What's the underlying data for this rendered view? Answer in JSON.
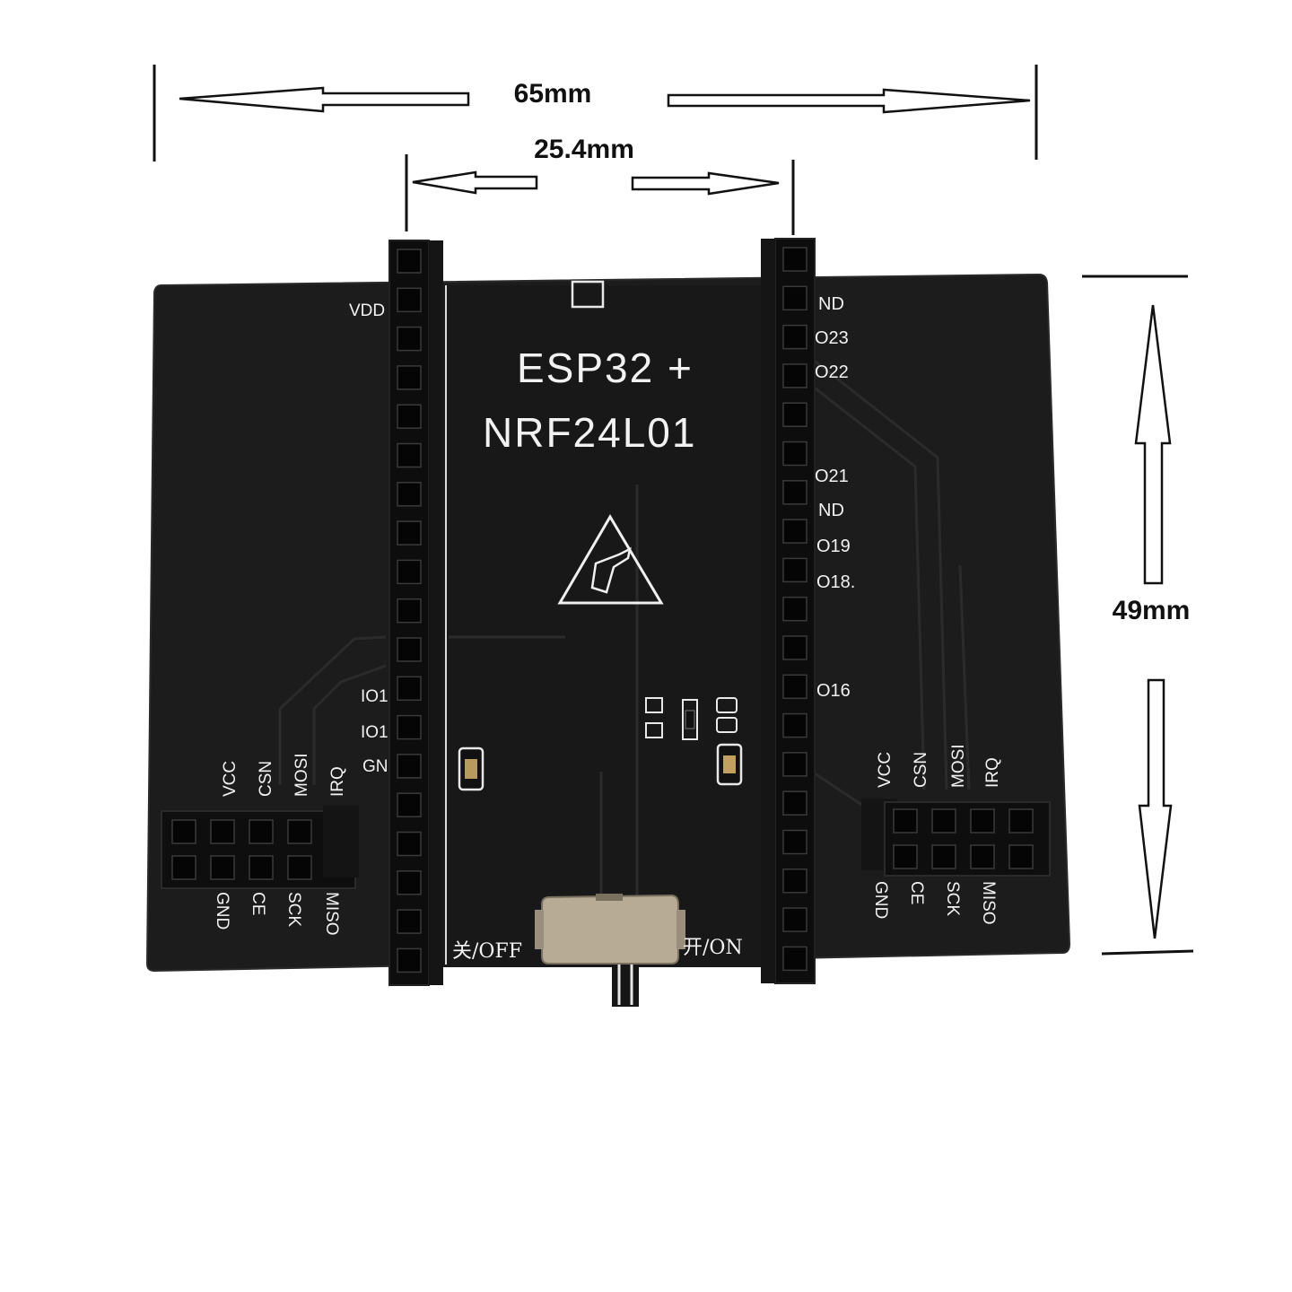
{
  "dimensions": {
    "width_label": "65mm",
    "pitch_label": "25.4mm",
    "height_label": "49mm"
  },
  "board": {
    "title_line1": "ESP32 +",
    "title_line2": "NRF24L01",
    "left_header_label": "VDD",
    "right_header_labels": [
      "ND",
      "O23",
      "O22",
      "O21",
      "ND",
      "O19",
      "O18.",
      "O16"
    ],
    "left_partial_labels": [
      "IO1",
      "IO1",
      "GN"
    ],
    "switch_off_label": "关/OFF",
    "switch_on_label": "开/ON"
  },
  "left_nrf_header": {
    "top_labels": [
      "VCC",
      "CSN",
      "MOSI",
      "IRQ"
    ],
    "bottom_labels": [
      "GND",
      "CE",
      "SCK",
      "MISO"
    ]
  },
  "right_nrf_header": {
    "top_labels": [
      "VCC",
      "CSN",
      "MOSI",
      "IRQ"
    ],
    "bottom_labels": [
      "GND",
      "CE",
      "SCK",
      "MISO"
    ]
  },
  "colors": {
    "pcb": "#1c1c1c",
    "pcb_edge": "#2a2a2a",
    "header": "#0d0d0d",
    "silkscreen": "#f2f2f2",
    "switch_metal": "#b7ab95"
  }
}
